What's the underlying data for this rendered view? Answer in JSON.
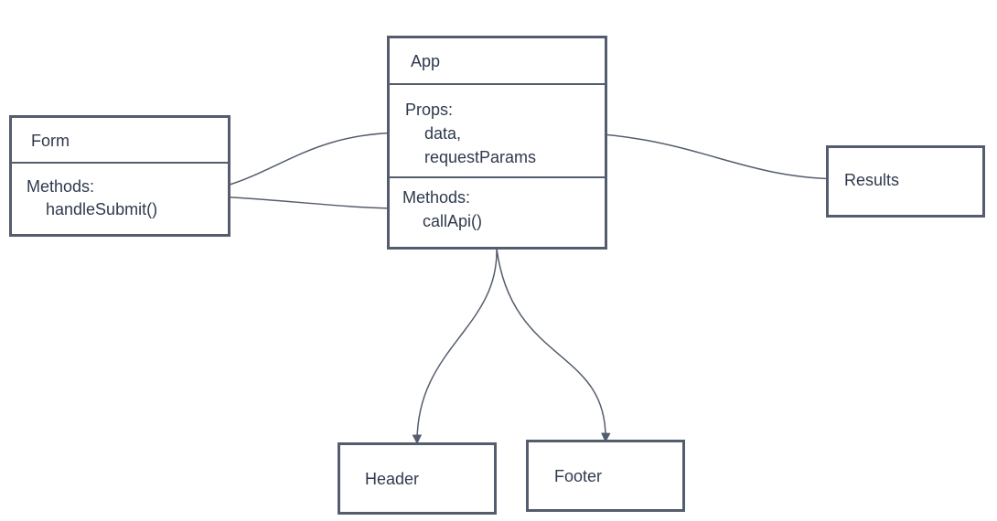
{
  "colors": {
    "stroke": "#545d6d",
    "text": "#2f3a4d",
    "background": "#ffffff"
  },
  "app": {
    "title": "App",
    "props_heading": "Props:",
    "props": [
      "data,",
      "requestParams"
    ],
    "methods_heading": "Methods:",
    "methods": [
      "callApi()"
    ]
  },
  "form": {
    "title": "Form",
    "methods_heading": "Methods:",
    "methods": [
      "handleSubmit()"
    ]
  },
  "results": {
    "title": "Results"
  },
  "header": {
    "title": "Header"
  },
  "footer": {
    "title": "Footer"
  }
}
